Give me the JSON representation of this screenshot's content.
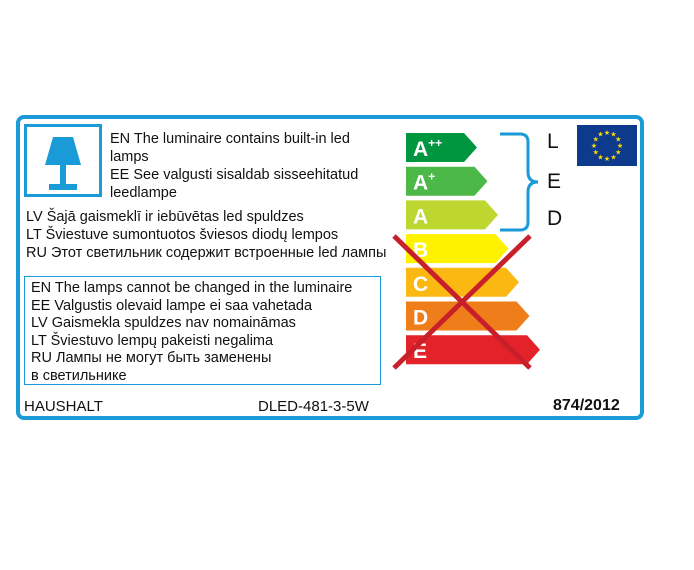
{
  "label": {
    "intro_lines": [
      "EN The luminaire contains built-in led",
      "lamps",
      "EE See valgusti sisaldab sisseehitatud",
      "leedlampe"
    ],
    "lang_lines": [
      "LV Šajā gaismeklī ir iebūvētas led spuldzes",
      "LT Šviestuve sumontuotos šviesos diodų lempos",
      "RU Этот светильник содержит встроенные led лампы"
    ],
    "notice_lines": [
      "EN The lamps cannot be changed in the luminaire",
      "EE Valgustis olevaid lampe ei saa vahetada",
      "LV Gaismekla spuldzes nav nomaināmas",
      "LT Šviestuvo lempų pakeisti negalima",
      "RU Лампы не могут быть заменены",
      "в светильнике"
    ],
    "brand": "HAUSHALT",
    "model": "DLED-481-3-5W",
    "regulation": "874/2012",
    "led_letters": [
      "L",
      "E",
      "D"
    ],
    "energy_classes": [
      {
        "base": "A",
        "sup": "++",
        "color": "#00963f"
      },
      {
        "base": "A",
        "sup": "+",
        "color": "#4cb848"
      },
      {
        "base": "A",
        "sup": "",
        "color": "#bed630"
      },
      {
        "base": "B",
        "sup": "",
        "color": "#fff200"
      },
      {
        "base": "C",
        "sup": "",
        "color": "#fbb813"
      },
      {
        "base": "D",
        "sup": "",
        "color": "#ef7d1a"
      },
      {
        "base": "E",
        "sup": "",
        "color": "#e3222a"
      }
    ],
    "applicable_range": [
      "A++",
      "A"
    ],
    "excluded_range": [
      "B",
      "E"
    ],
    "colors": {
      "border": "#1a9ad6",
      "cross": "#c8202a",
      "eu_flag": "#0d3a8c",
      "eu_stars": "#ffdd00"
    }
  }
}
